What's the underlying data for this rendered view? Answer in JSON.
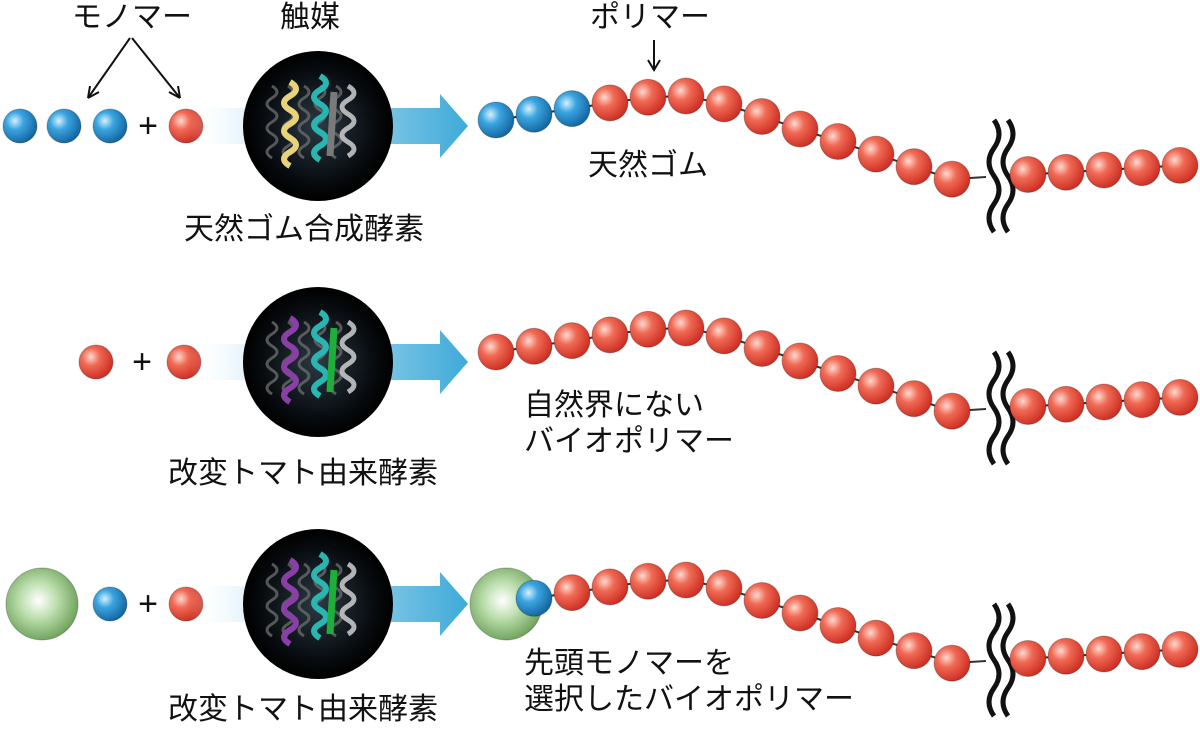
{
  "top_labels": {
    "monomer": "モノマー",
    "catalyst": "触媒",
    "polymer": "ポリマー"
  },
  "rows": [
    {
      "reactants": [
        "blue",
        "blue",
        "blue",
        "+",
        "red"
      ],
      "enzyme_label": "天然ゴム合成酵素",
      "product_label": [
        "天然ゴム"
      ],
      "product_head": [
        "blue",
        "blue",
        "blue"
      ],
      "enzyme_colors": [
        "#29b5b1",
        "#e8d27a",
        "#7a7a7a"
      ]
    },
    {
      "reactants": [
        "red",
        "+",
        "red"
      ],
      "enzyme_label": "改変トマト由来酵素",
      "product_label": [
        "自然界にない",
        "バイオポリマー"
      ],
      "product_head": [],
      "enzyme_colors": [
        "#29b5b1",
        "#8a3fa6",
        "#1fae3a"
      ]
    },
    {
      "reactants": [
        "green",
        "blue",
        "+",
        "red"
      ],
      "enzyme_label": "改変トマト由来酵素",
      "product_label": [
        "先頭モノマーを",
        "選択したバイオポリマー"
      ],
      "product_head": [
        "green",
        "blue"
      ],
      "enzyme_colors": [
        "#29b5b1",
        "#8a3fa6",
        "#1fae3a"
      ]
    }
  ],
  "colors": {
    "red": "#e53b2c",
    "blue": "#1b86c9",
    "green": "#6aa84f",
    "arrow": "#4fb3de",
    "enzyme_bg": "#000000"
  }
}
